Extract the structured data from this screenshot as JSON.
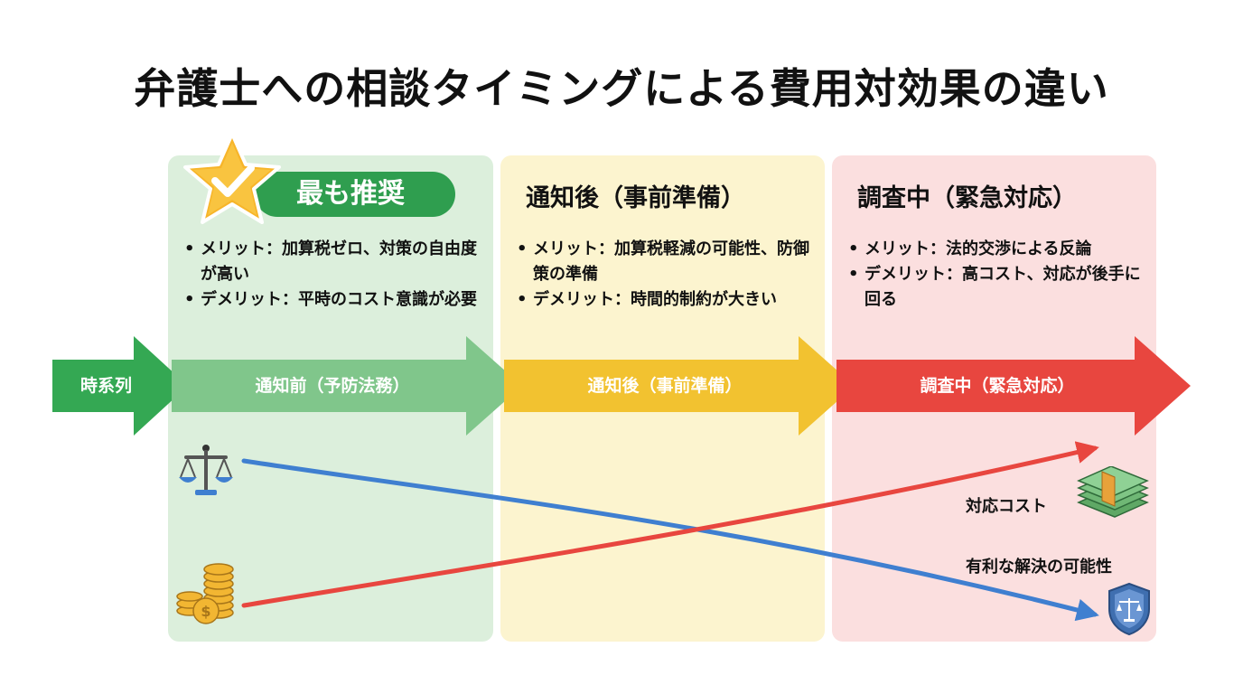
{
  "title": "弁護士への相談タイミングによる費用対効果の違い",
  "timeline_label": "時系列",
  "recommended_badge": "最も推奨",
  "phases": [
    {
      "arrow_label": "通知前（予防法務）",
      "heading": "",
      "bullets": [
        "メリット：加算税ゼロ、対策の自由度が高い",
        "デメリット：平時のコスト意識が必要"
      ]
    },
    {
      "arrow_label": "通知後（事前準備）",
      "heading": "通知後（事前準備）",
      "bullets": [
        "メリット：加算税軽減の可能性、防御策の準備",
        "デメリット：時間的制約が大きい"
      ]
    },
    {
      "arrow_label": "調査中（緊急対応）",
      "heading": "調査中（緊急対応）",
      "bullets": [
        "メリット：法的交渉による反論",
        "デメリット：高コスト、対応が後手に回る"
      ]
    }
  ],
  "curves": {
    "cost_label": "対応コスト",
    "favorable_label": "有利な解決の可能性"
  },
  "colors": {
    "green": "#4caf50",
    "light_green": "#7fc58a",
    "yellow": "#f2c230",
    "red": "#e8463f",
    "blue": "#3f7fd0"
  },
  "icons": [
    "star-check-icon",
    "scales-icon",
    "coins-icon",
    "money-stack-icon",
    "shield-scales-icon"
  ]
}
